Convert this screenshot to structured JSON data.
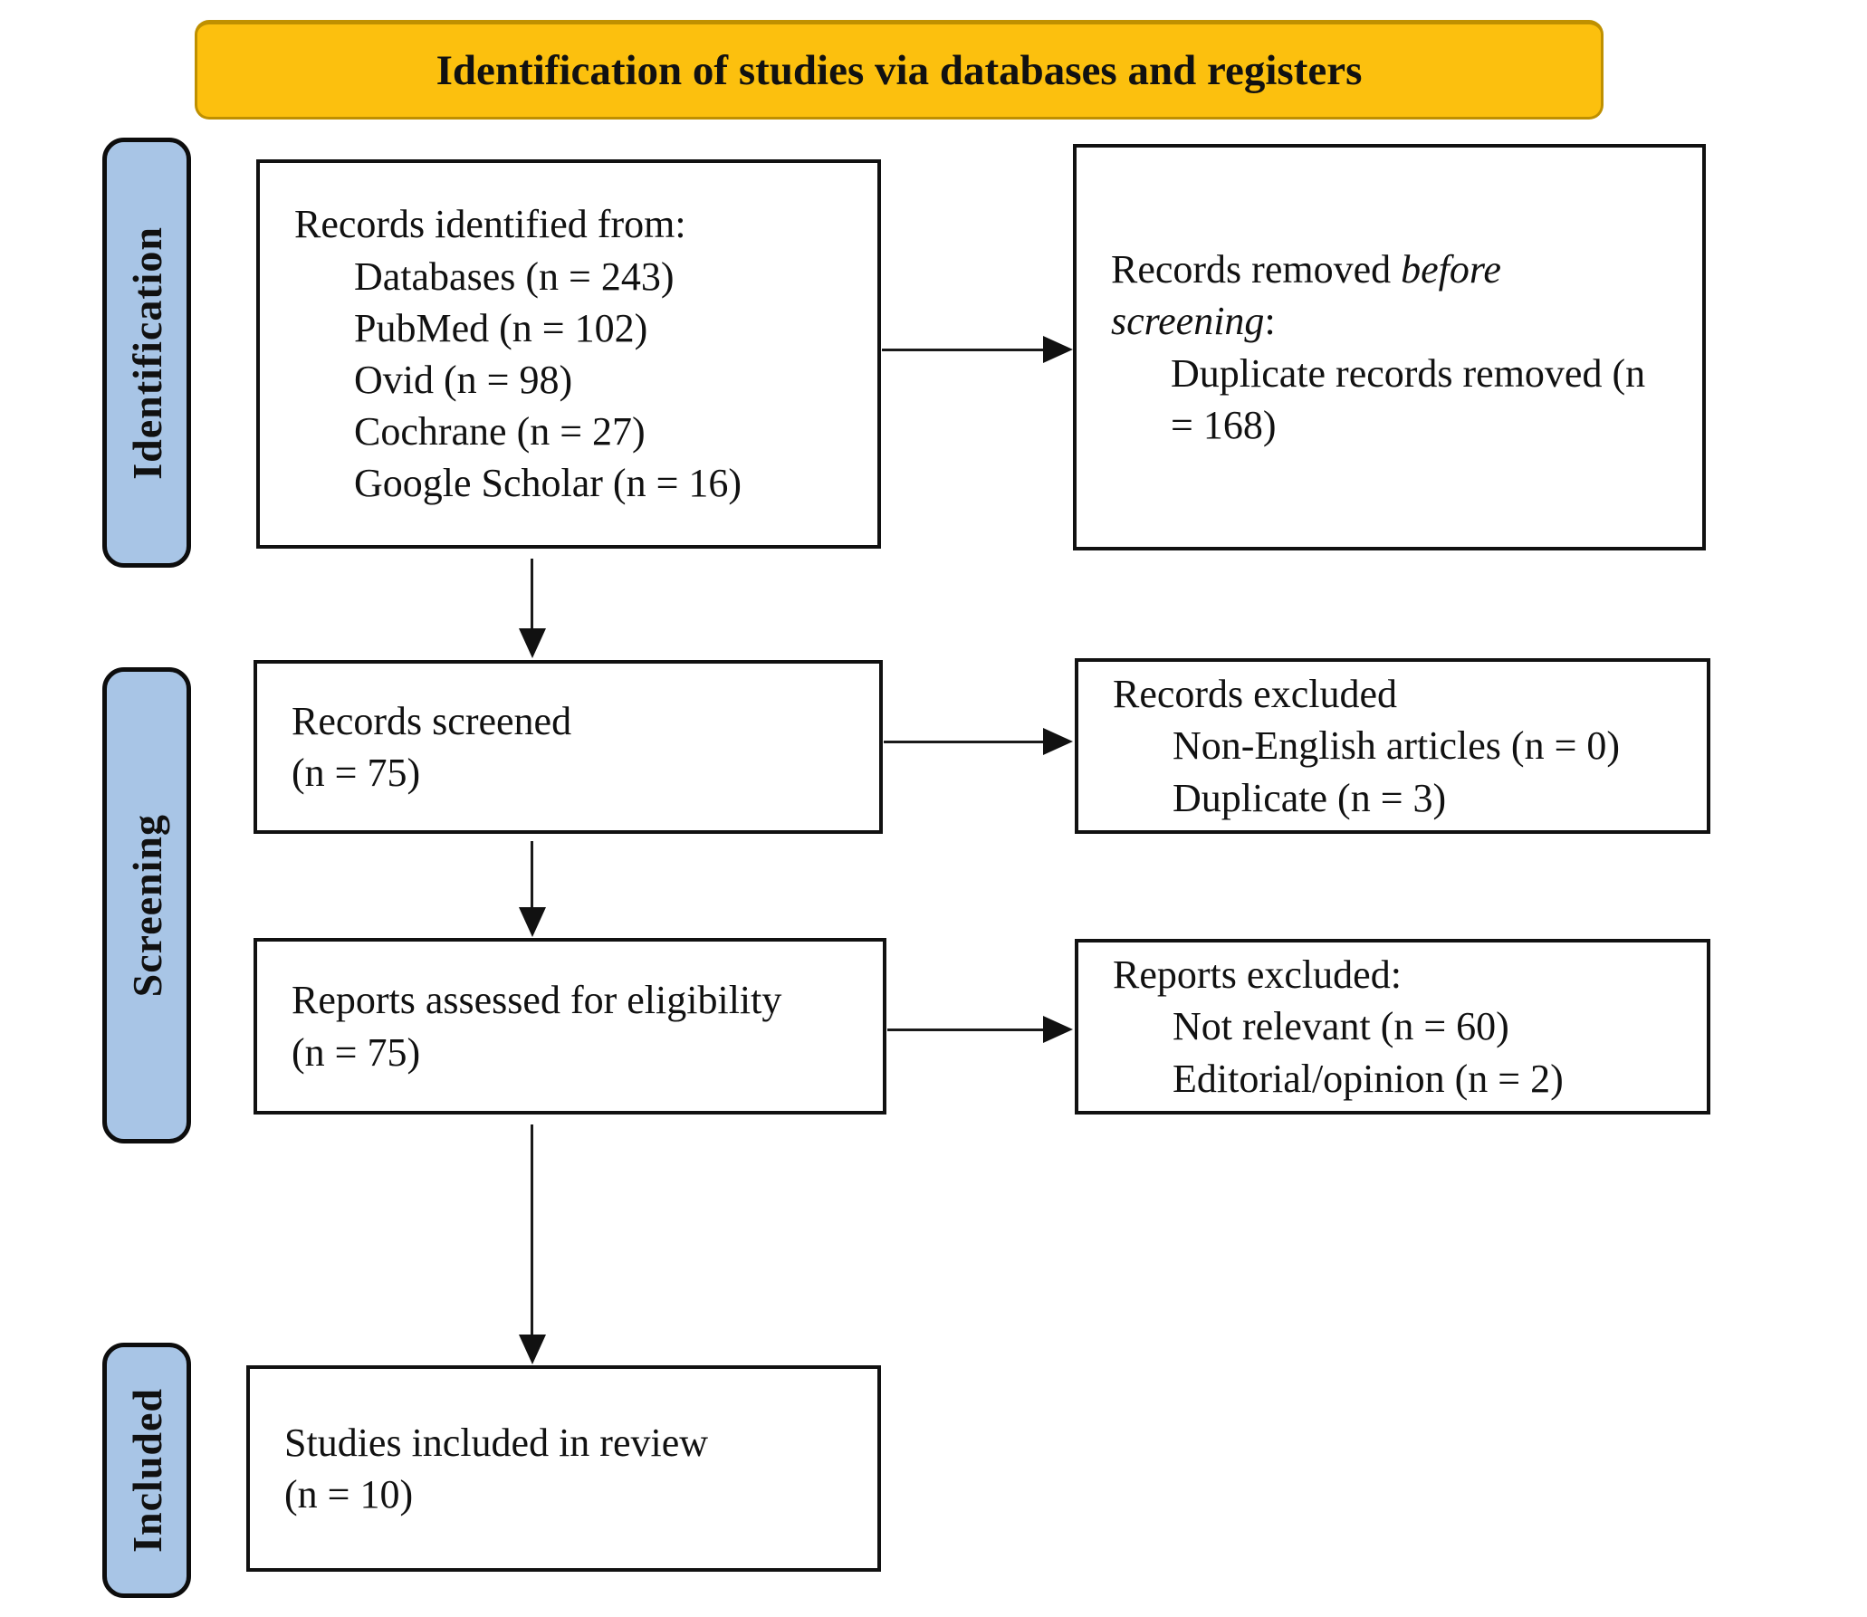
{
  "banner": {
    "title": "Identification of studies via databases and registers"
  },
  "colors": {
    "banner_fill": "#FCC00E",
    "banner_border": "#BF9000",
    "stage_fill": "#A8C5E6",
    "box_border": "#111111",
    "arrow": "#1A1A1A"
  },
  "stages": [
    {
      "label": "Identification"
    },
    {
      "label": "Screening"
    },
    {
      "label": "Included"
    }
  ],
  "flow": {
    "identified": {
      "title": "Records identified from:",
      "items": [
        "Databases (n = 243)",
        "PubMed (n = 102)",
        "Ovid (n = 98)",
        "Cochrane (n = 27)",
        "Google Scholar (n = 16)"
      ]
    },
    "removed_before_screening": {
      "line1_regular": "Records removed ",
      "line1_italic": "before",
      "line2_italic": "screening",
      "line2_regular": ":",
      "items": [
        "Duplicate records removed (n = 168)"
      ]
    },
    "screened": {
      "line1": "Records screened",
      "line2": "(n = 75)"
    },
    "records_excluded": {
      "title": "Records excluded",
      "items": [
        "Non-English articles (n = 0)",
        "Duplicate (n = 3)"
      ]
    },
    "assessed": {
      "line1": "Reports assessed for eligibility",
      "line2": "(n = 75)"
    },
    "reports_excluded": {
      "title": "Reports excluded:",
      "items": [
        "Not relevant (n = 60)",
        "Editorial/opinion (n = 2)"
      ]
    },
    "included": {
      "line1": "Studies included in review",
      "line2": "(n = 10)"
    }
  }
}
